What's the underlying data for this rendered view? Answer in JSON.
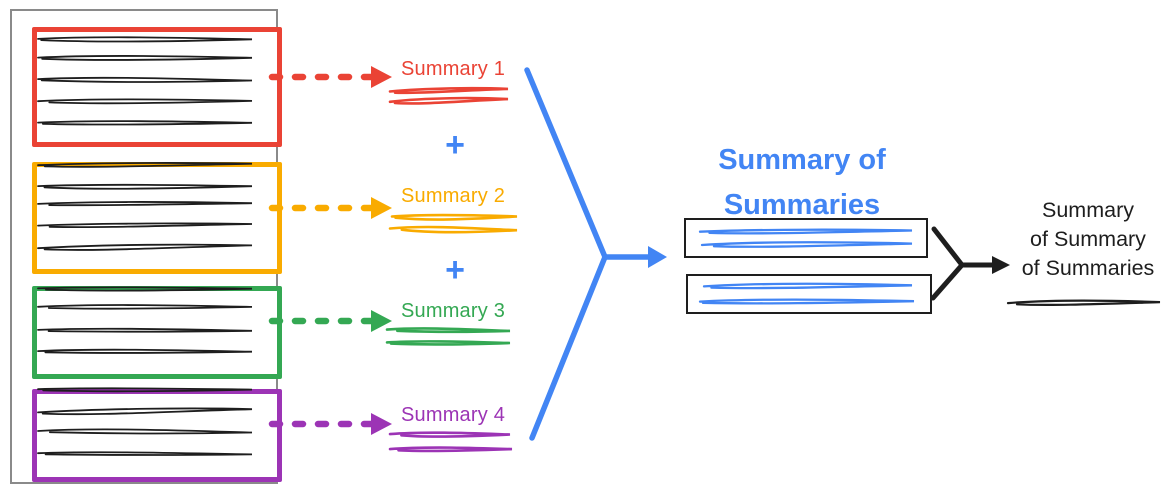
{
  "palette": {
    "blue": "#4285F4",
    "ink": "#1E1E1E",
    "frame_gray": "#8A8A8A"
  },
  "source_document": {
    "chunks": [
      {
        "border_color": "#EA4335",
        "text_line_count": 5
      },
      {
        "border_color": "#F9AB00",
        "text_line_count": 5
      },
      {
        "border_color": "#34A853",
        "text_line_count": 4
      },
      {
        "border_color": "#9C34B5",
        "text_line_count": 4
      }
    ]
  },
  "chunk_summaries": [
    {
      "label": "Summary 1",
      "color": "#EA4335",
      "scribble_lines": 2
    },
    {
      "label": "Summary 2",
      "color": "#F9AB00",
      "scribble_lines": 2
    },
    {
      "label": "Summary 3",
      "color": "#34A853",
      "scribble_lines": 2
    },
    {
      "label": "Summary 4",
      "color": "#9C34B5",
      "scribble_lines": 2
    }
  ],
  "plus_signs": [
    "+",
    "+"
  ],
  "combined": {
    "title": "Summary of Summaries",
    "title_color": "#4285F4",
    "summary_boxes": 2,
    "scribble_lines_per_box": 2
  },
  "final": {
    "lines": [
      "Summary",
      "of Summary",
      "of Summaries"
    ]
  }
}
